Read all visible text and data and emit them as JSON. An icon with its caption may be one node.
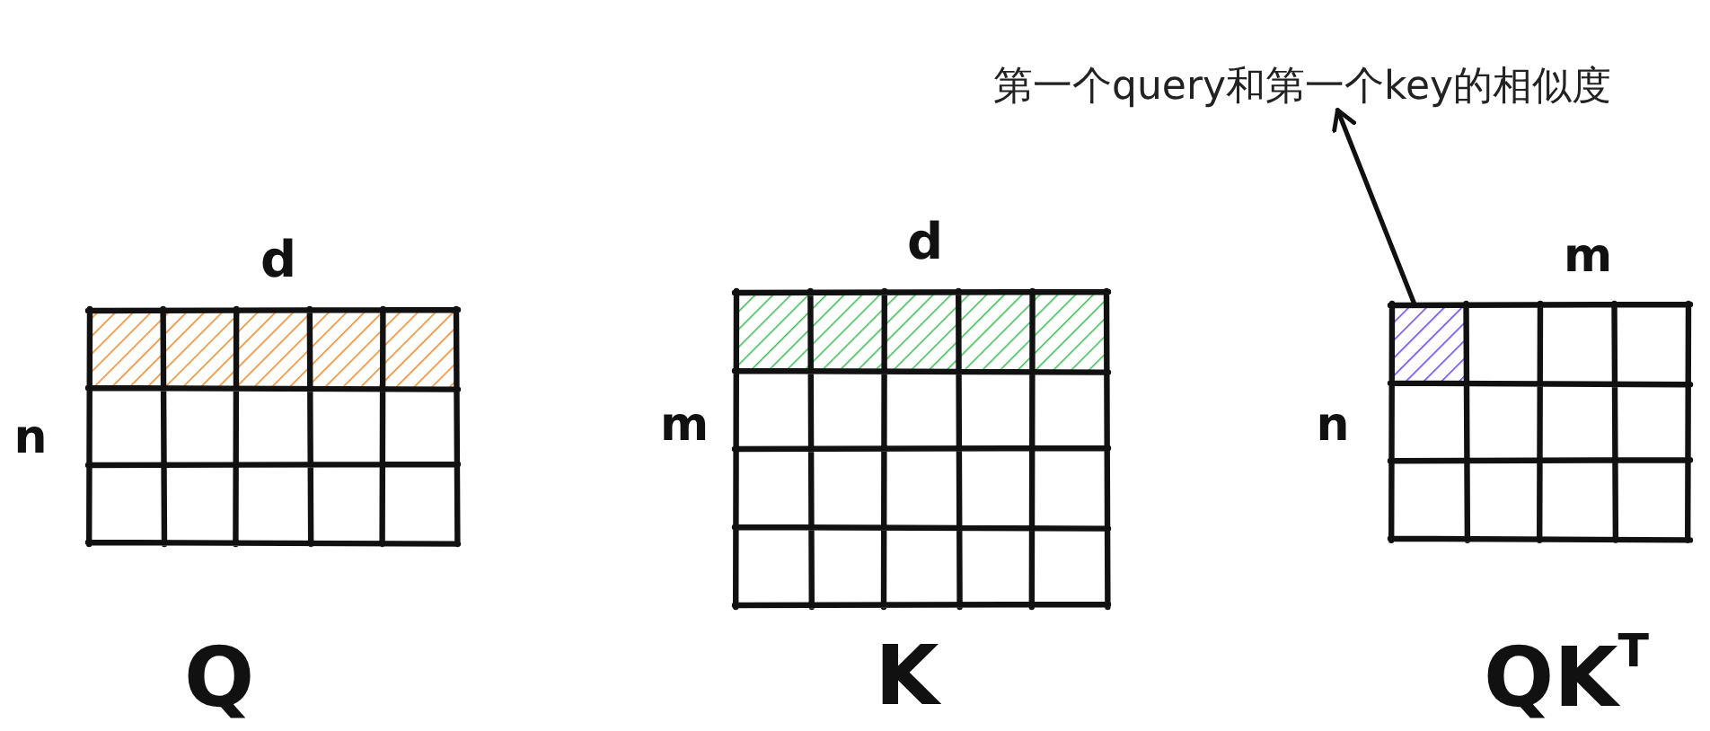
{
  "diagram": {
    "nodes": [
      {
        "text": [
          "第一个query和第一个key的相似度"
        ]
      },
      {
        "text": [],
        "shape": "box"
      }
    ],
    "edges": [
      {
        "from": 1,
        "to": 0,
        "arrow": "to"
      }
    ],
    "labels": [
      "d",
      "n",
      "Q",
      "d",
      "m",
      "K",
      "m",
      "n",
      "QK$^{T}$"
    ]
  }
}
